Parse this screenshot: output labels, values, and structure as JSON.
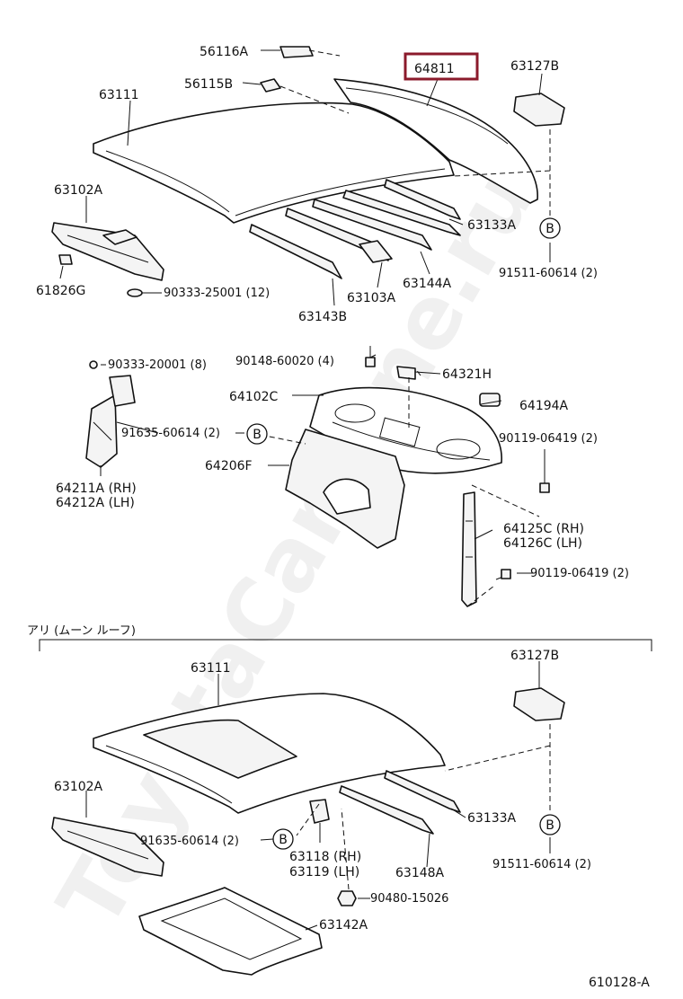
{
  "watermark": "ToyotaCarMine.ru",
  "highlight_label": "64811",
  "diagram_code": "610128-A",
  "section_title": "アリ (ムーン ルーフ)",
  "upper": {
    "p56116A": "56116A",
    "p56115B": "56115B",
    "p63111": "63111",
    "p64811": "64811",
    "p63127B": "63127B",
    "p63102A": "63102A",
    "p61826G": "61826G",
    "p90333_25001": "90333-25001 (12)",
    "p63133A": "63133A",
    "p91511_60614": "91511-60614 (2)",
    "p63144A": "63144A",
    "p63103A": "63103A",
    "p63143B": "63143B",
    "p90148_60020": "90148-60020 (4)",
    "p64321H": "64321H",
    "p90333_20001": "90333-20001 (8)",
    "p64102C": "64102C",
    "p64194A": "64194A",
    "p91635_60614": "91635-60614 (2)",
    "p90119_06419_a": "90119-06419 (2)",
    "p64206F": "64206F",
    "p64211A": "64211A (RH)",
    "p64212A": "64212A (LH)",
    "p64125C": "64125C (RH)",
    "p64126C": "64126C (LH)",
    "p90119_06419_b": "90119-06419 (2)",
    "circle_b": "B"
  },
  "lower": {
    "p63111": "63111",
    "p63127B": "63127B",
    "p63102A": "63102A",
    "p63133A": "63133A",
    "p91635_60614": "91635-60614 (2)",
    "p63118": "63118 (RH)",
    "p63119": "63119 (LH)",
    "p63148A": "63148A",
    "p91511_60614": "91511-60614 (2)",
    "p90480_15026": "90480-15026",
    "p63142A": "63142A",
    "circle_b": "B"
  }
}
